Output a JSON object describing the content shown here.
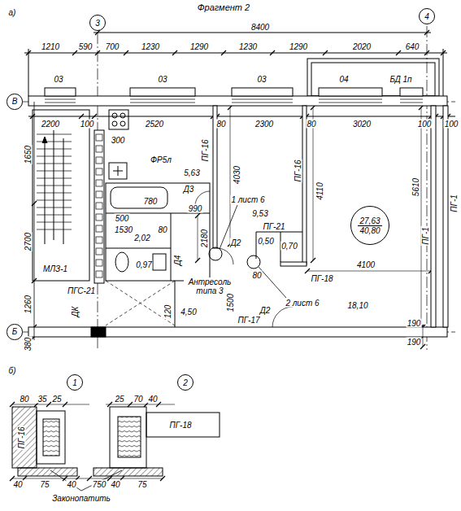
{
  "diagram": {
    "title": "Фрагмент 2",
    "nodes": [
      {
        "text": [
          "3"
        ]
      },
      {
        "text": [
          "4"
        ]
      },
      {
        "text": [
          "В"
        ]
      },
      {
        "text": [
          "27,63",
          "40,80"
        ]
      },
      {
        "text": [
          "Б"
        ]
      },
      {
        "text": [
          "1"
        ]
      },
      {
        "text": [
          "2"
        ]
      }
    ],
    "labels": [
      "а)",
      "8400",
      "1210",
      "590",
      "700",
      "1230",
      "1290",
      "1230",
      "1290",
      "2020",
      "640",
      "03",
      "03",
      "03",
      "04",
      "БД 1п",
      "2200",
      "100",
      "2520",
      "80",
      "2300",
      "80",
      "3020",
      "100",
      "100",
      "300",
      "1650",
      "ФР5л",
      "ПГ-16",
      "ПГ-16",
      "5,63",
      "4030",
      "4110",
      "5610",
      "ПГ-1",
      "ПГ-1",
      "500",
      "780",
      "Д3",
      "1 лист 6",
      "2700",
      "990",
      "9,53",
      "1530",
      "80",
      "ПГ-21",
      "2,02",
      "2180",
      "Д4",
      "Д2",
      "0,50",
      "0,70",
      "0,97",
      "80",
      "4100",
      "МЛЗ-1",
      "ПГ-18",
      "Антресоль типа 3",
      "ПГС-21",
      "1260",
      "2 лист 6",
      "Д2",
      "18,10",
      "120",
      "4,50",
      "1500",
      "ПГ-17",
      "ДК",
      "380",
      "190",
      "190",
      "б)",
      "80",
      "35",
      "25",
      "25",
      "70",
      "40",
      "ПГ-16",
      "ПГ-18",
      "40",
      "75",
      "40",
      "750",
      "40",
      "75",
      "Законопатить"
    ]
  }
}
